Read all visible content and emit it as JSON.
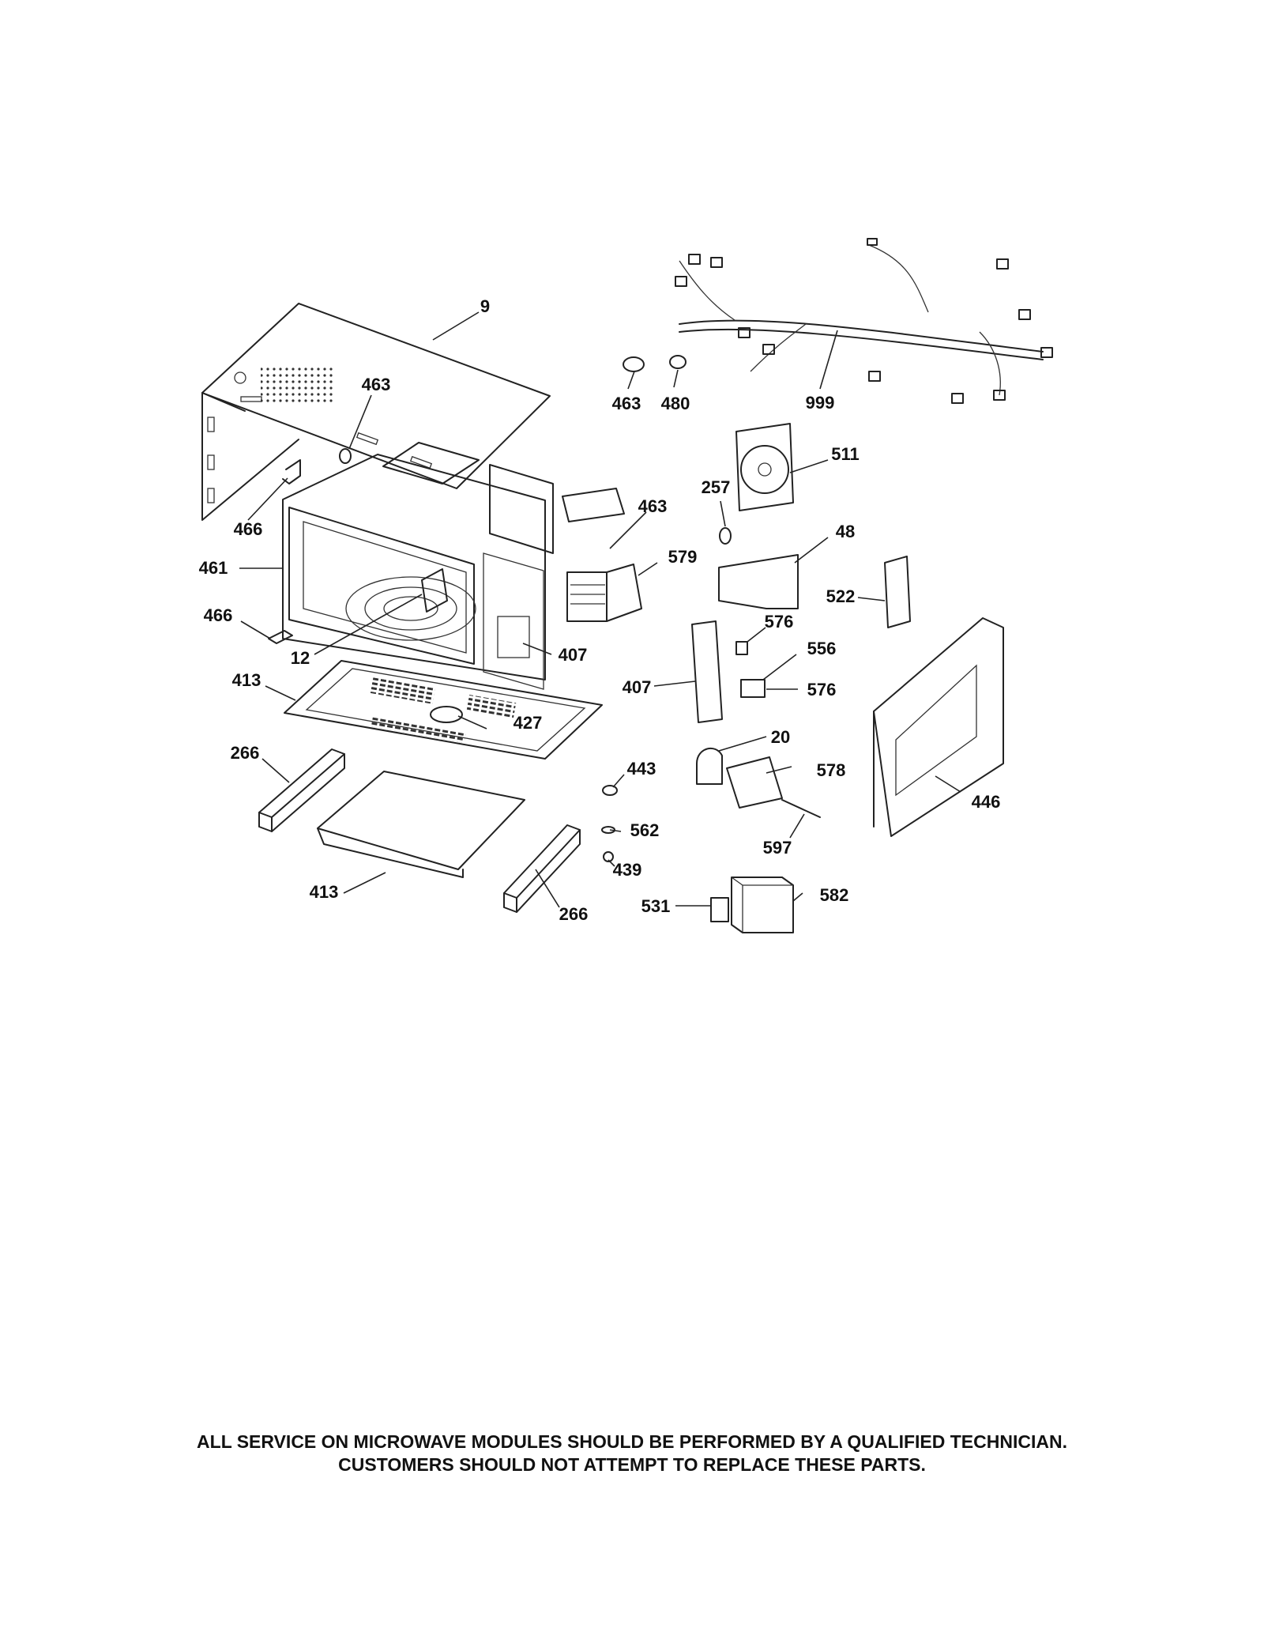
{
  "callouts": [
    {
      "id": "9",
      "label": "9"
    },
    {
      "id": "463-top",
      "label": "463"
    },
    {
      "id": "466-upper",
      "label": "466"
    },
    {
      "id": "461",
      "label": "461"
    },
    {
      "id": "466-lower",
      "label": "466"
    },
    {
      "id": "12",
      "label": "12"
    },
    {
      "id": "413-upper",
      "label": "413"
    },
    {
      "id": "407-cavity",
      "label": "407"
    },
    {
      "id": "427",
      "label": "427"
    },
    {
      "id": "266-left",
      "label": "266"
    },
    {
      "id": "413-lower",
      "label": "413"
    },
    {
      "id": "266-right",
      "label": "266"
    },
    {
      "id": "463-small",
      "label": "463"
    },
    {
      "id": "480",
      "label": "480"
    },
    {
      "id": "999",
      "label": "999"
    },
    {
      "id": "463-mid",
      "label": "463"
    },
    {
      "id": "579",
      "label": "579"
    },
    {
      "id": "511",
      "label": "511"
    },
    {
      "id": "257",
      "label": "257"
    },
    {
      "id": "48",
      "label": "48"
    },
    {
      "id": "522",
      "label": "522"
    },
    {
      "id": "576-upper",
      "label": "576"
    },
    {
      "id": "556",
      "label": "556"
    },
    {
      "id": "407-board",
      "label": "407"
    },
    {
      "id": "576-lower",
      "label": "576"
    },
    {
      "id": "20",
      "label": "20"
    },
    {
      "id": "578",
      "label": "578"
    },
    {
      "id": "443",
      "label": "443"
    },
    {
      "id": "562",
      "label": "562"
    },
    {
      "id": "439",
      "label": "439"
    },
    {
      "id": "597",
      "label": "597"
    },
    {
      "id": "446",
      "label": "446"
    },
    {
      "id": "531",
      "label": "531"
    },
    {
      "id": "582",
      "label": "582"
    }
  ],
  "footer": {
    "line1": "ALL SERVICE ON MICROWAVE MODULES SHOULD BE PERFORMED BY A QUALIFIED TECHNICIAN.",
    "line2": "CUSTOMERS SHOULD NOT ATTEMPT TO REPLACE THESE PARTS."
  }
}
